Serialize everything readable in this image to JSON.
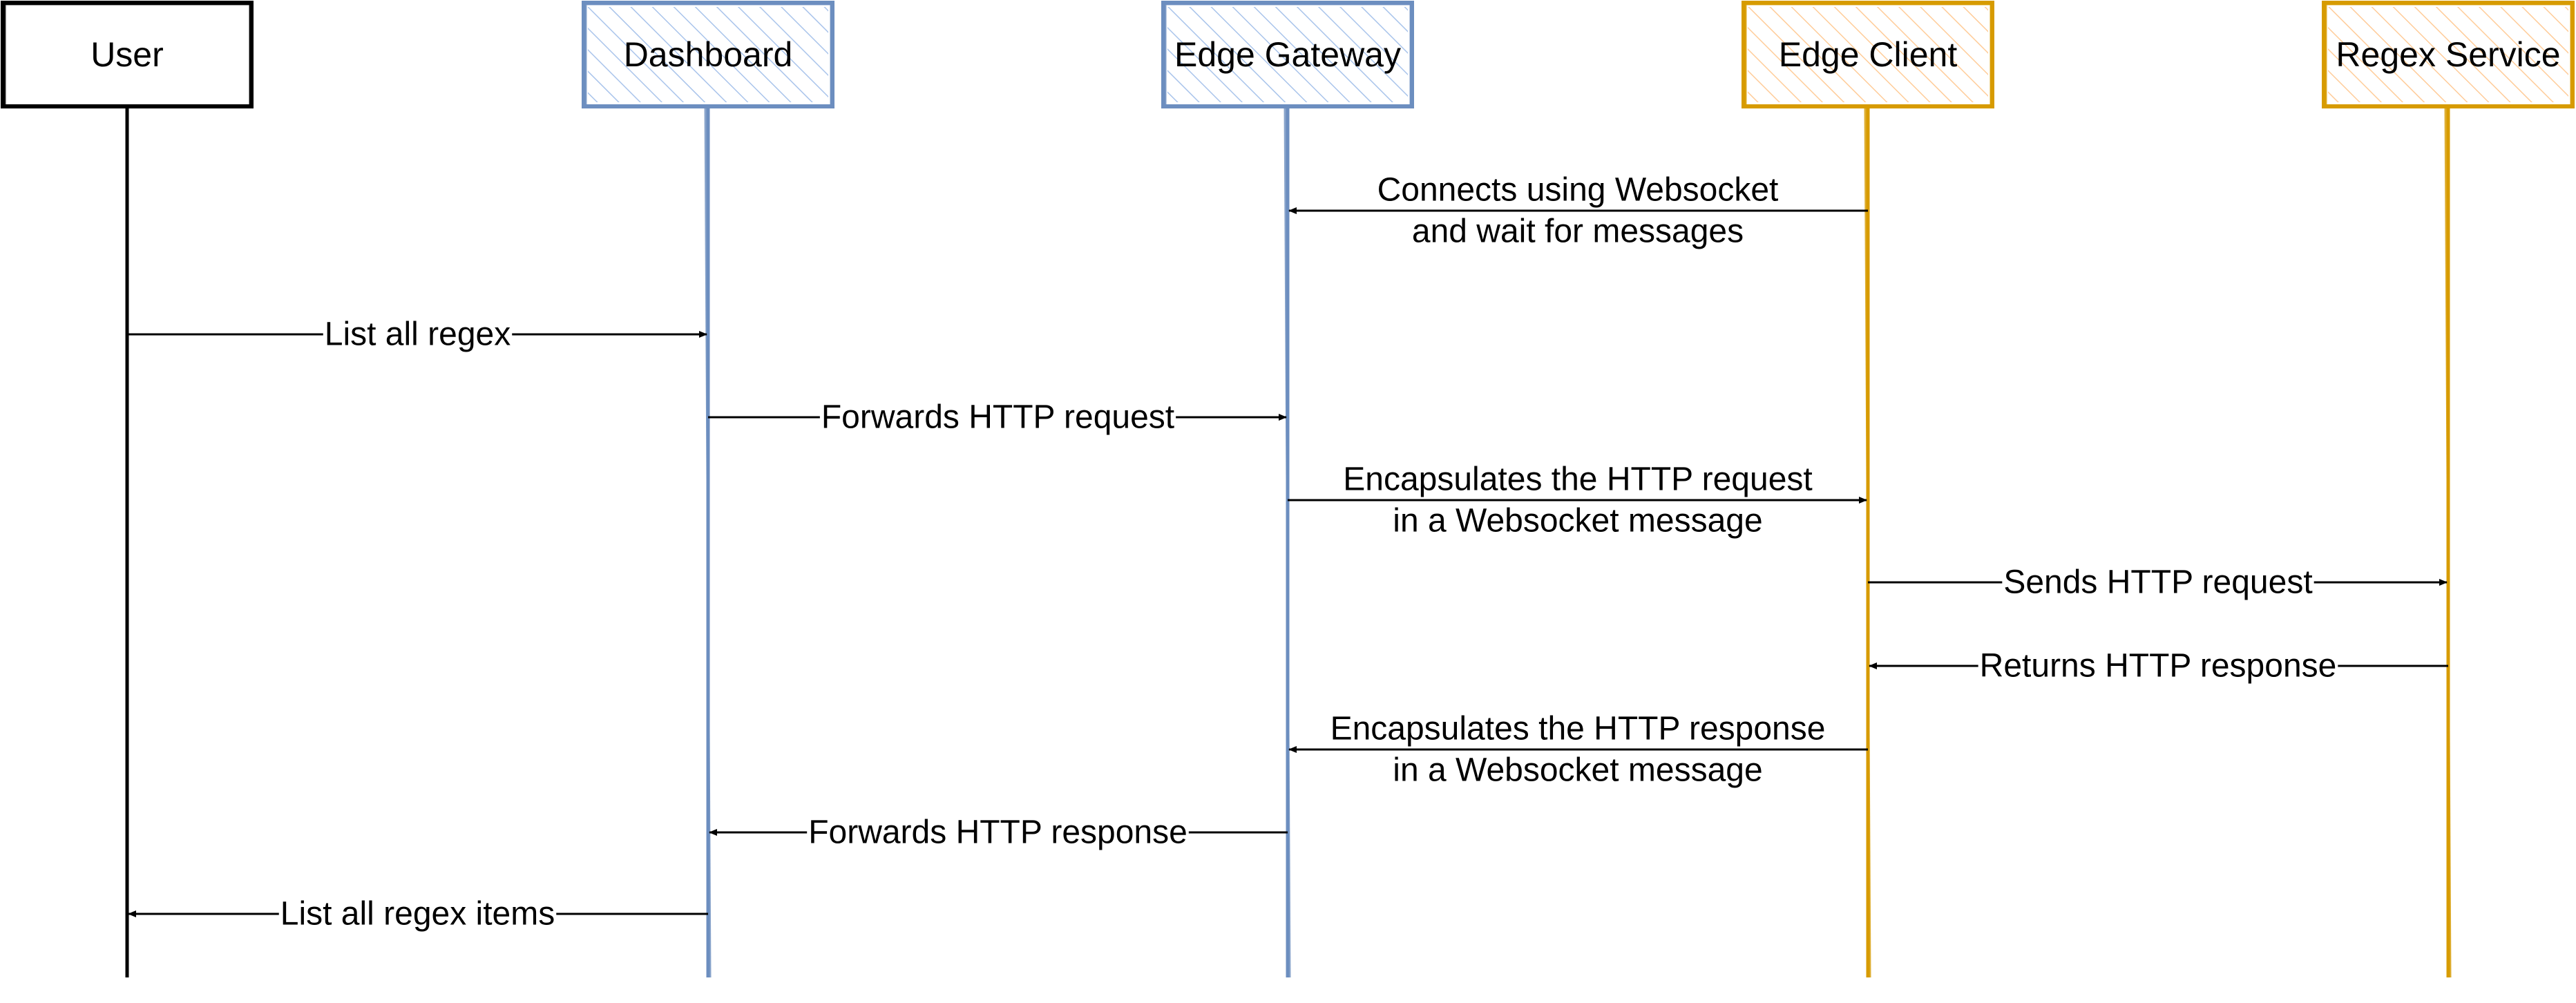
{
  "colors": {
    "black": "#000000",
    "blue": "#6c8ebf",
    "blue_fill": "#dae8fc",
    "orange": "#d79b00",
    "orange_fill": "#ffe6cc"
  },
  "participants": [
    {
      "id": "user",
      "label": "User",
      "style": "plain"
    },
    {
      "id": "dashboard",
      "label": "Dashboard",
      "style": "blue"
    },
    {
      "id": "edge-gateway",
      "label": "Edge Gateway",
      "style": "blue"
    },
    {
      "id": "edge-client",
      "label": "Edge Client",
      "style": "orange"
    },
    {
      "id": "regex-service",
      "label": "Regex Service",
      "style": "orange"
    }
  ],
  "messages": [
    {
      "from": "edge-client",
      "to": "edge-gateway",
      "lines": [
        "Connects using Websocket",
        "and wait for messages"
      ]
    },
    {
      "from": "user",
      "to": "dashboard",
      "lines": [
        "List all regex"
      ]
    },
    {
      "from": "dashboard",
      "to": "edge-gateway",
      "lines": [
        "Forwards HTTP request"
      ]
    },
    {
      "from": "edge-gateway",
      "to": "edge-client",
      "lines": [
        "Encapsulates the HTTP request",
        "in a Websocket message"
      ]
    },
    {
      "from": "edge-client",
      "to": "regex-service",
      "lines": [
        "Sends HTTP request"
      ]
    },
    {
      "from": "regex-service",
      "to": "edge-client",
      "lines": [
        "Returns HTTP response"
      ]
    },
    {
      "from": "edge-client",
      "to": "edge-gateway",
      "lines": [
        "Encapsulates the HTTP response",
        "in a Websocket message"
      ]
    },
    {
      "from": "edge-gateway",
      "to": "dashboard",
      "lines": [
        "Forwards HTTP response"
      ]
    },
    {
      "from": "dashboard",
      "to": "user",
      "lines": [
        "List all regex items"
      ]
    }
  ]
}
